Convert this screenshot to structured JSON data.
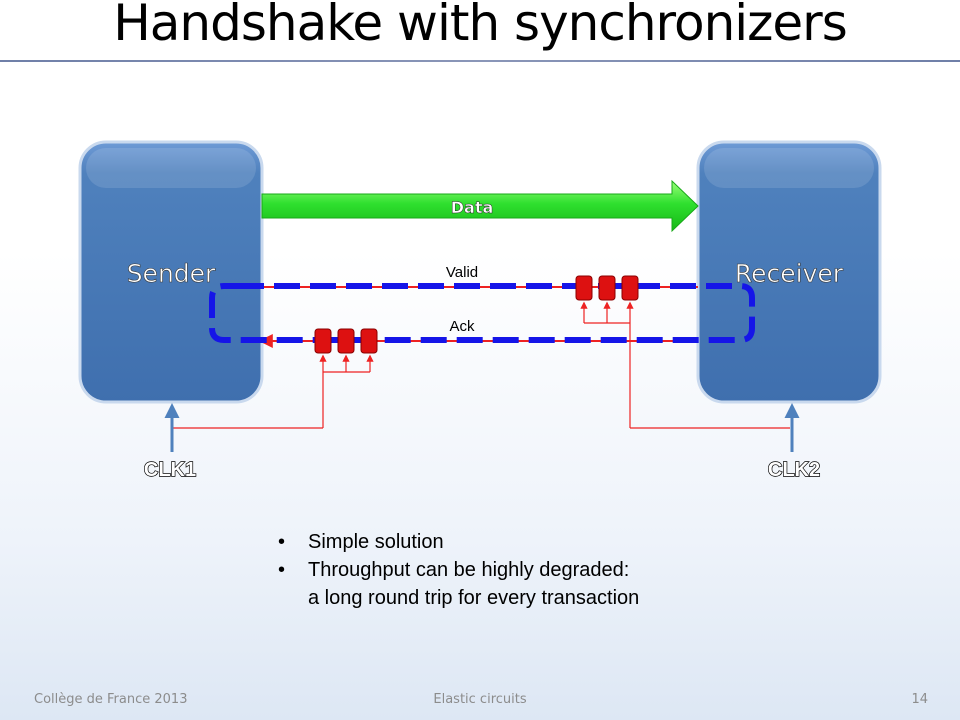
{
  "slide": {
    "title": "Handshake with synchronizers"
  },
  "diagram": {
    "sender_label": "Sender",
    "receiver_label": "Receiver",
    "data_label": "Data",
    "valid_label": "Valid",
    "ack_label": "Ack",
    "clk1_label": "CLK1",
    "clk2_label": "CLK2",
    "colors": {
      "block": "#4f81bd",
      "data_arrow": "#22dd22",
      "signal_wire": "#ee2222",
      "loop_dash": "#1515e8",
      "flipflop": "#dd1111",
      "clock_arrow": "#4f81bd"
    }
  },
  "bullets": {
    "item1": "Simple solution",
    "item2_line1": "Throughput can be highly degraded:",
    "item2_line2": "a long round trip for every transaction"
  },
  "footer": {
    "left": "Collège de France 2013",
    "center": "Elastic circuits",
    "page": "14"
  }
}
